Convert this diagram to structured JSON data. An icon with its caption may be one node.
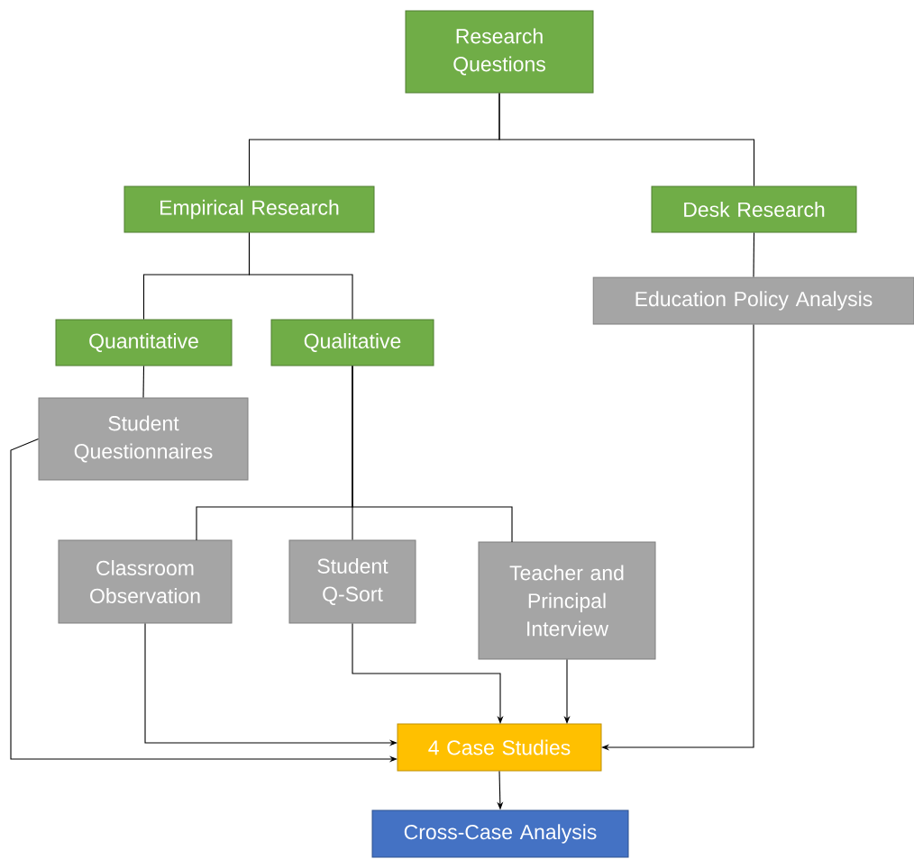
{
  "diagram": {
    "nodes": [
      {
        "text": [
          "Research Questions"
        ]
      },
      {
        "text": [
          "Empirical Research"
        ]
      },
      {
        "text": [
          "Desk Research"
        ]
      },
      {
        "text": [
          "Education Policy Analysis"
        ]
      },
      {
        "text": [
          "Quantitative"
        ]
      },
      {
        "text": [
          "Qualitative"
        ]
      },
      {
        "text": [
          "Student Questionnaires"
        ]
      },
      {
        "text": [
          "Classroom Observation"
        ]
      },
      {
        "text": [
          "Student Q-Sort"
        ]
      },
      {
        "text": [
          "Teacher and Principal Interview"
        ]
      },
      {
        "text": [
          "4 Case Studies"
        ]
      },
      {
        "text": [
          "Cross-Case Analysis"
        ]
      }
    ],
    "edges": [
      {
        "from": 0,
        "to": 1,
        "arrow": "none"
      },
      {
        "from": 0,
        "to": 2,
        "arrow": "none"
      },
      {
        "from": 1,
        "to": 4,
        "arrow": "none"
      },
      {
        "from": 1,
        "to": 5,
        "arrow": "none"
      },
      {
        "from": 2,
        "to": 3,
        "arrow": "none"
      },
      {
        "from": 4,
        "to": 6,
        "arrow": "none"
      },
      {
        "from": 5,
        "to": 7,
        "arrow": "none"
      },
      {
        "from": 5,
        "to": 8,
        "arrow": "none"
      },
      {
        "from": 5,
        "to": 9,
        "arrow": "none"
      },
      {
        "from": 6,
        "to": 10,
        "arrow": "to"
      },
      {
        "from": 7,
        "to": 10,
        "arrow": "to"
      },
      {
        "from": 8,
        "to": 10,
        "arrow": "to"
      },
      {
        "from": 9,
        "to": 10,
        "arrow": "to"
      },
      {
        "from": 3,
        "to": 10,
        "arrow": "to"
      },
      {
        "from": 10,
        "to": 11,
        "arrow": "to"
      }
    ]
  }
}
